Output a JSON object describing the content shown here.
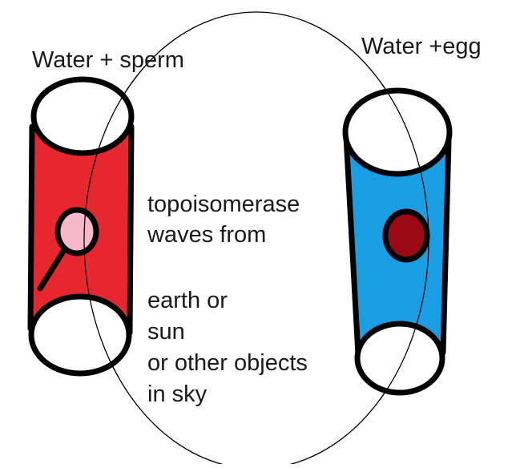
{
  "labels": {
    "left_tube": "Water + sperm",
    "right_tube": "Water +egg"
  },
  "annotation_lines": [
    "topoisomerase",
    "waves from",
    "earth or",
    "sun",
    "or other objects",
    "in sky"
  ],
  "colors": {
    "left_tube_fill": "#e8262d",
    "left_cell_fill": "#f6b9cc",
    "right_tube_fill": "#1a9ee3",
    "right_cell_fill": "#9b0a14",
    "outline": "#000000",
    "background": "#ffffff"
  }
}
